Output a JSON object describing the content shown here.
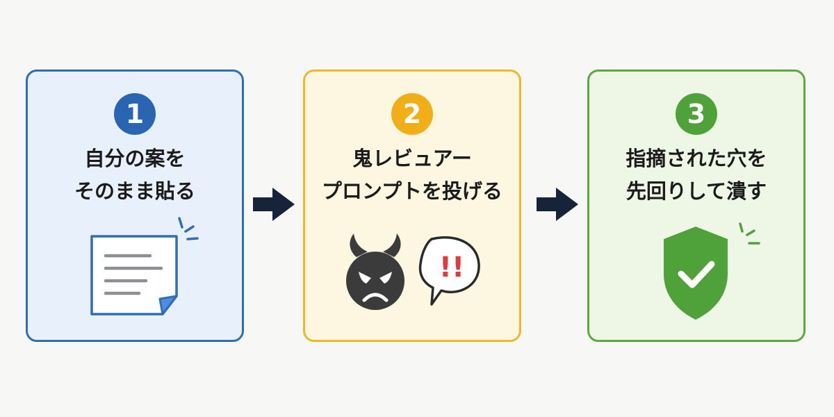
{
  "steps": [
    {
      "number": "1",
      "title_line1": "自分の案を",
      "title_line2": "そのまま貼る",
      "icon": "document-paste-icon",
      "accent": "#2f6db9",
      "fill": "#e8f1fb"
    },
    {
      "number": "2",
      "title_line1": "鬼レビュアー",
      "title_line2": "プロンプトを投げる",
      "icon": "demon-speech-bubble-icon",
      "accent": "#f0b826",
      "fill": "#fdf6e1",
      "bubble_text": "!!"
    },
    {
      "number": "3",
      "title_line1": "指摘された穴を",
      "title_line2": "先回りして潰す",
      "icon": "shield-check-icon",
      "accent": "#5ca83e",
      "fill": "#eef6e6"
    }
  ],
  "arrow_color": "#16243a",
  "connector_icon": "arrow-right-icon"
}
